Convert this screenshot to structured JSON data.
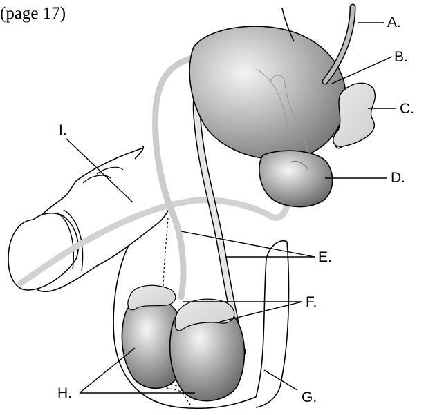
{
  "page_ref": "(page 17)",
  "labels": {
    "A": "A.",
    "B": "B.",
    "C": "C.",
    "D": "D.",
    "E": "E.",
    "F": "F.",
    "G": "G.",
    "H": "H.",
    "I": "I."
  }
}
